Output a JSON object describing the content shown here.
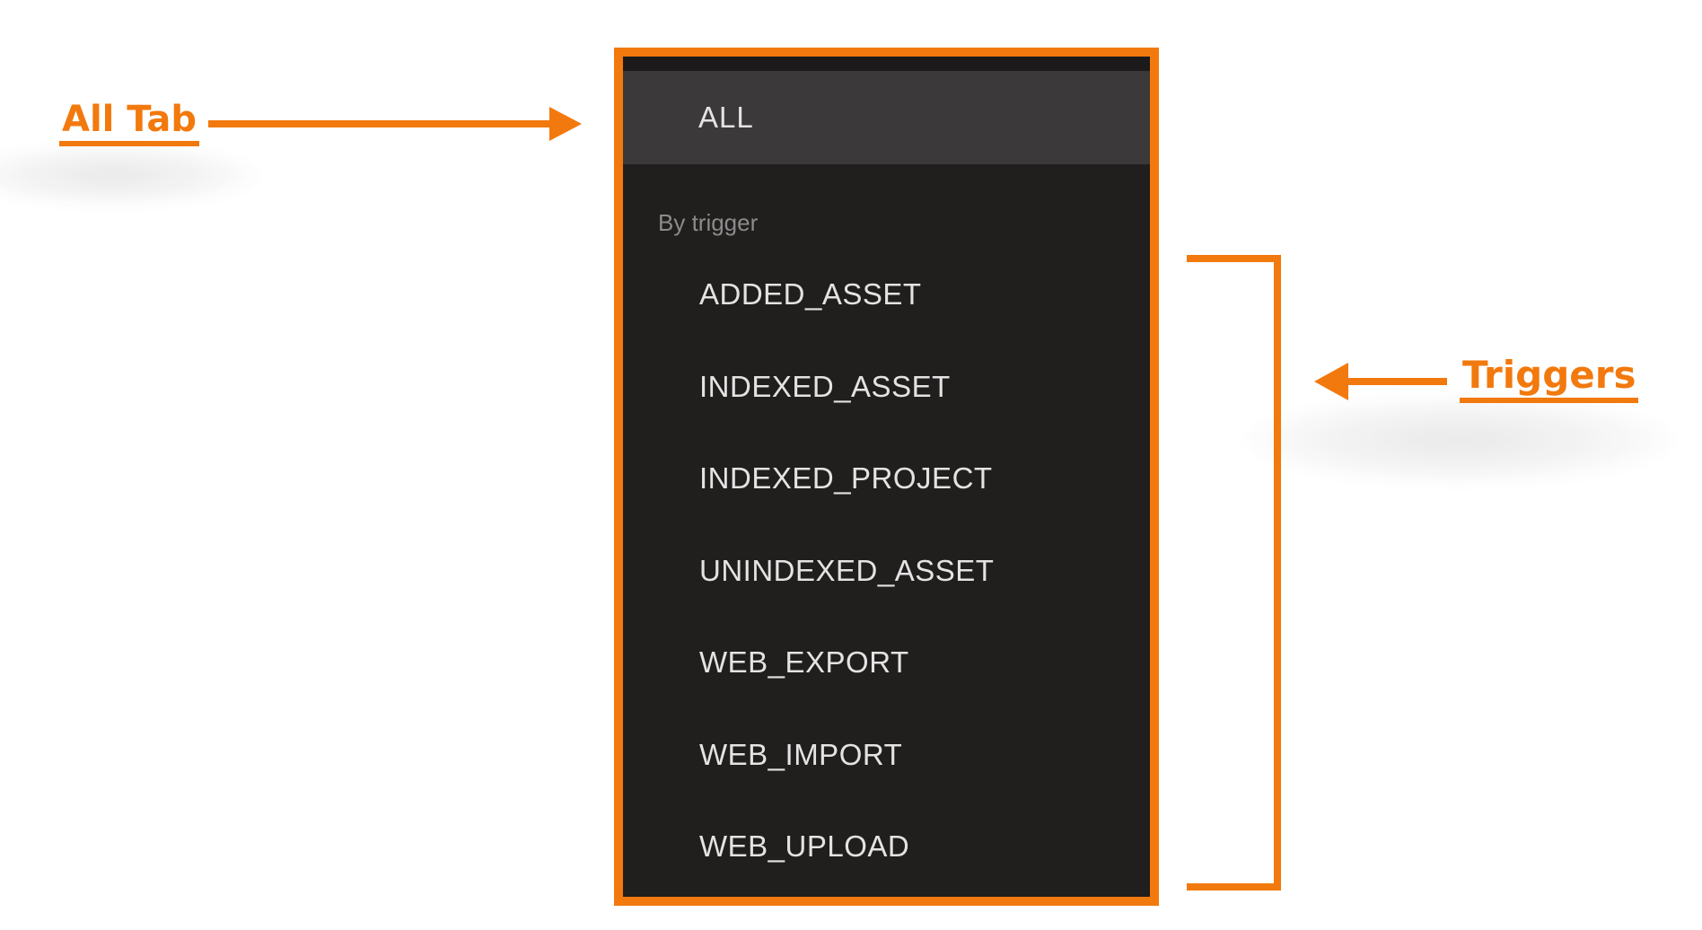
{
  "colors": {
    "accent": "#F2790D",
    "page_bg": "#FFFFFF",
    "panel_bg": "#211E1E",
    "panel_top_strip": "#1C1A1A",
    "selected_row_bg": "#3B3939",
    "item_text": "#E4E2E2",
    "section_text": "#8C8A8A"
  },
  "panel": {
    "selected_tab": "ALL",
    "section_label": "By trigger",
    "triggers": [
      "ADDED_ASSET",
      "INDEXED_ASSET",
      "INDEXED_PROJECT",
      "UNINDEXED_ASSET",
      "WEB_EXPORT",
      "WEB_IMPORT",
      "WEB_UPLOAD"
    ]
  },
  "annotations": {
    "all_tab_label": "All Tab",
    "triggers_label": "Triggers"
  }
}
